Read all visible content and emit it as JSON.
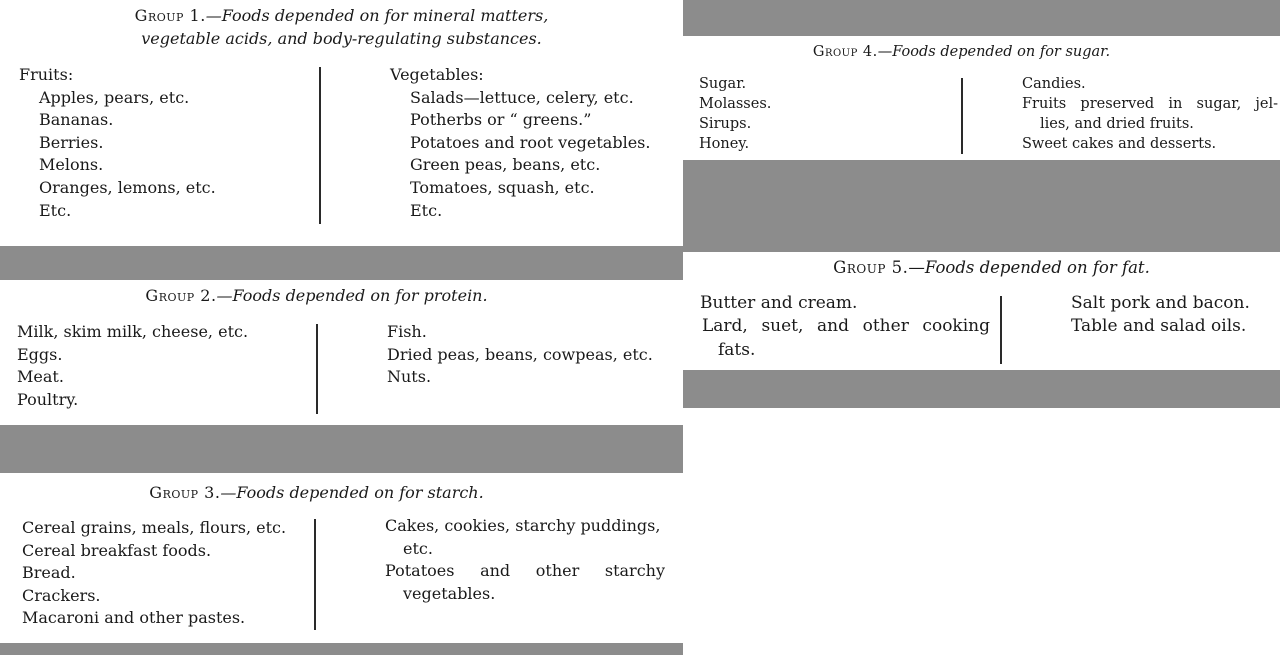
{
  "groups": {
    "g1": {
      "lead": "Group 1.",
      "title_line1": "—Foods depended on for mineral matters,",
      "title_line2": "vegetable acids, and body-regulating substances.",
      "left_heading": "Fruits:",
      "left_items": [
        "Apples, pears, etc.",
        "Bananas.",
        "Berries.",
        "Melons.",
        "Oranges, lemons, etc.",
        "Etc."
      ],
      "right_heading": "Vegetables:",
      "right_items": [
        "Salads—lettuce, celery, etc.",
        "Potherbs or “ greens.”",
        "Potatoes and root vegetables.",
        "Green peas, beans, etc.",
        "Tomatoes, squash, etc.",
        "Etc."
      ]
    },
    "g2": {
      "lead": "Group 2.",
      "title": "—Foods depended on for protein.",
      "left_items": [
        "Milk, skim milk, cheese, etc.",
        "Eggs.",
        "Meat.",
        "Poultry."
      ],
      "right_items": [
        "Fish.",
        "Dried peas, beans, cowpeas, etc.",
        "Nuts."
      ]
    },
    "g3": {
      "lead": "Group 3.",
      "title": "—Foods depended on for starch.",
      "left_items": [
        "Cereal grains, meals, flours, etc.",
        "Cereal breakfast foods.",
        "Bread.",
        "Crackers.",
        "Macaroni and other pastes."
      ],
      "right_items": [
        "Cakes, cookies, starchy puddings,",
        "etc.",
        "Potatoes and other starchy",
        "vegetables."
      ]
    },
    "g4": {
      "lead": "Group 4.",
      "title": "—Foods depended on for sugar.",
      "left_items": [
        "Sugar.",
        "Molasses.",
        "Sirups.",
        "Honey."
      ],
      "right_items": [
        "Candies.",
        "Fruits preserved in sugar, jel-",
        "lies, and dried fruits.",
        "Sweet cakes and desserts."
      ]
    },
    "g5": {
      "lead": "Group 5.",
      "title": "—Foods depended on for fat.",
      "left_items": [
        "Butter and cream.",
        "Lard, suet, and other cooking",
        "fats."
      ],
      "right_items": [
        "Salt pork and bacon.",
        "Table and salad oils."
      ]
    }
  }
}
